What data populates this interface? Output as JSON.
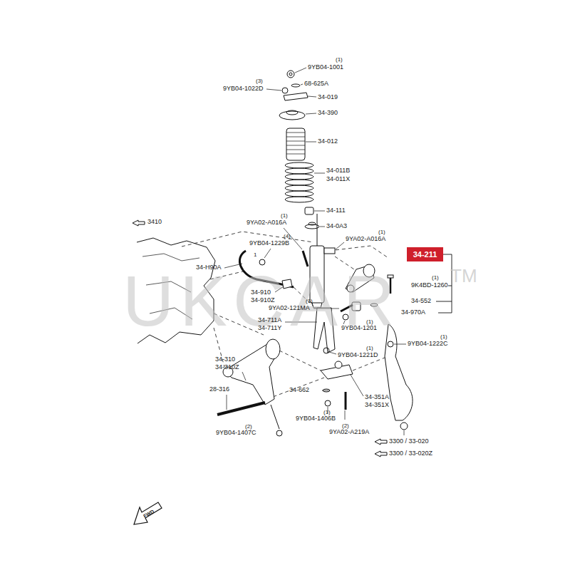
{
  "diagram": {
    "nodes": [
      {
        "text": [
          "34-211"
        ]
      }
    ],
    "labels": [
      "(1)",
      "9YB04-1001",
      "(3)",
      "9YB04-1022D",
      "68-625A",
      "34-019",
      "34-390",
      "34-012",
      "34-011B",
      "34-011X",
      "3410",
      "34-111",
      "(1)",
      "9YA02-A016A",
      "34-0A3",
      "(1)",
      "9YA02-A016A",
      "(4)",
      "9YB04-1229B",
      "1",
      "34-H90A",
      "(1)",
      "9K4BD-1260",
      "34-910",
      "34-910Z",
      "34-552",
      "(1)",
      "9YA02-121MA",
      "34-970A",
      "(1)",
      "9YB04-1201",
      "34-711A",
      "34-711Y",
      "(1)",
      "9YB04-1222C",
      "(1)",
      "9YB04-1221D",
      "34-310",
      "34-310Z",
      "28-316",
      "34-662",
      "34-351A",
      "34-351X",
      "(1)",
      "9YB04-1406B",
      "(2)",
      "9YB04-1407C",
      "(2)",
      "9YA02-A219A",
      "3300 / 33-020",
      "3300 / 33-020Z",
      "FWD",
      "UKCAR",
      "TM"
    ]
  }
}
